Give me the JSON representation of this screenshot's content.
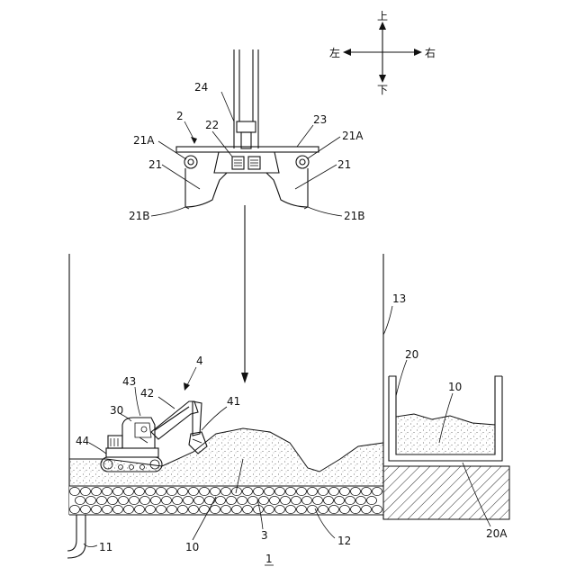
{
  "compass": {
    "up": "上",
    "down": "下",
    "left": "左",
    "right": "右"
  },
  "labels": {
    "l24": "24",
    "l2": "2",
    "l22": "22",
    "l23": "23",
    "l21A_left": "21A",
    "l21A_right": "21A",
    "l21_left": "21",
    "l21_right": "21",
    "l21B_left": "21B",
    "l21B_right": "21B",
    "l13": "13",
    "l20": "20",
    "l10_bin": "10",
    "l4": "4",
    "l43": "43",
    "l42": "42",
    "l41": "41",
    "l30": "30",
    "l44": "44",
    "l11": "11",
    "l10_pile": "10",
    "l3": "3",
    "l12": "12",
    "l20A": "20A",
    "figure_number": "1"
  }
}
